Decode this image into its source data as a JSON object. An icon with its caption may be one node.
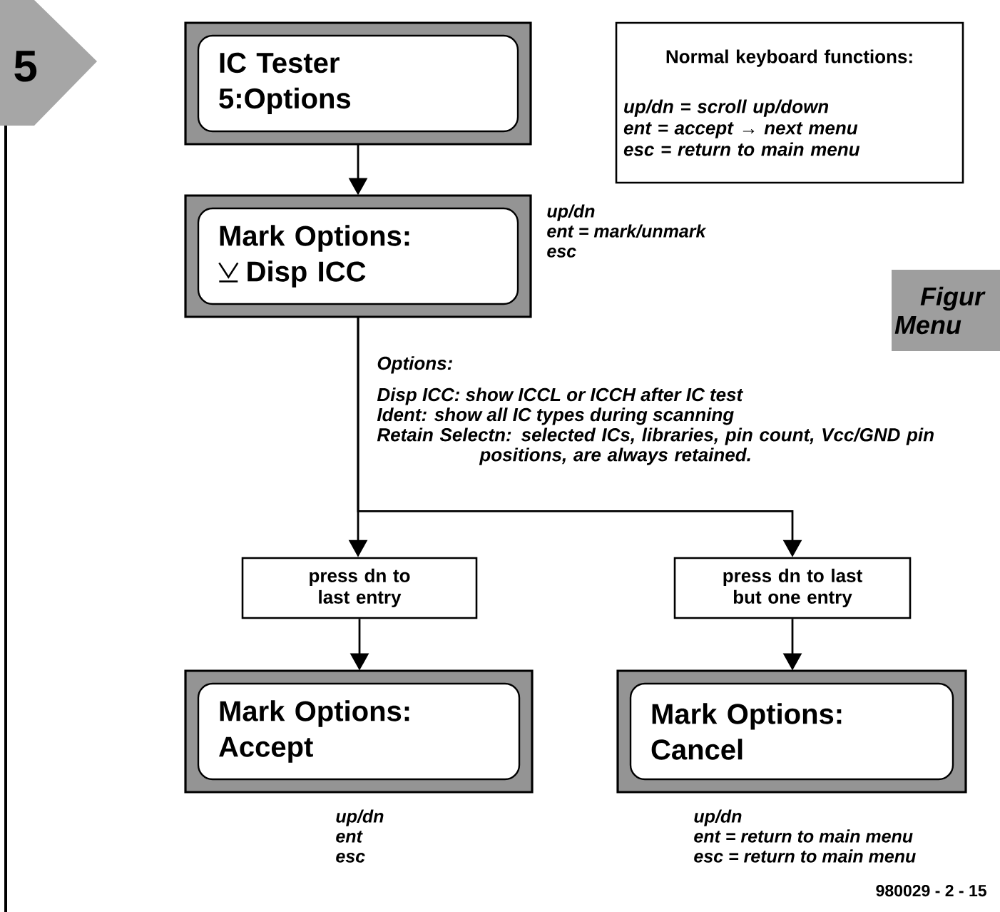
{
  "diagram": {
    "nodes": [
      {
        "text": [
          "IC  Tester",
          "5:Options"
        ]
      },
      {
        "text": [
          "Normal keyboard functions:",
          "up/dn = scroll up/down",
          "ent = accept → next menu",
          "esc = return to main menu"
        ]
      },
      {
        "text": [
          "Mark Options:",
          "Disp ICC"
        ],
        "beside": [
          "up/dn",
          "ent = mark/unmark",
          "esc"
        ]
      },
      {
        "text": [
          "Figur Menu"
        ]
      },
      {
        "text": [
          "press dn to last entry"
        ]
      },
      {
        "text": [
          "press dn to last but one entry"
        ]
      },
      {
        "text": [
          "Mark Options:",
          "Accept"
        ],
        "beside": [
          "up/dn",
          "ent",
          "esc"
        ]
      },
      {
        "text": [
          "Mark Options:",
          "Cancel"
        ],
        "beside": [
          "up/dn",
          "ent = return to main menu",
          "esc = return to main menu"
        ]
      }
    ],
    "edges": [
      {
        "from": 0,
        "to": 2,
        "arrow": "to"
      },
      {
        "from": 2,
        "to": 4,
        "arrow": "to"
      },
      {
        "from": 2,
        "to": 5,
        "arrow": "to"
      },
      {
        "from": 4,
        "to": 6,
        "arrow": "to"
      },
      {
        "from": 5,
        "to": 7,
        "arrow": "to"
      }
    ],
    "labels": [
      "5",
      "Options:",
      "Disp ICC: show ICCL or ICCH after IC test",
      "Ident: show all IC types during scanning",
      "Retain Selectn: selected ICs, libraries, pin count, Vcc/GND pin positions, are always retained.",
      "980029 - 2 - 15"
    ]
  }
}
